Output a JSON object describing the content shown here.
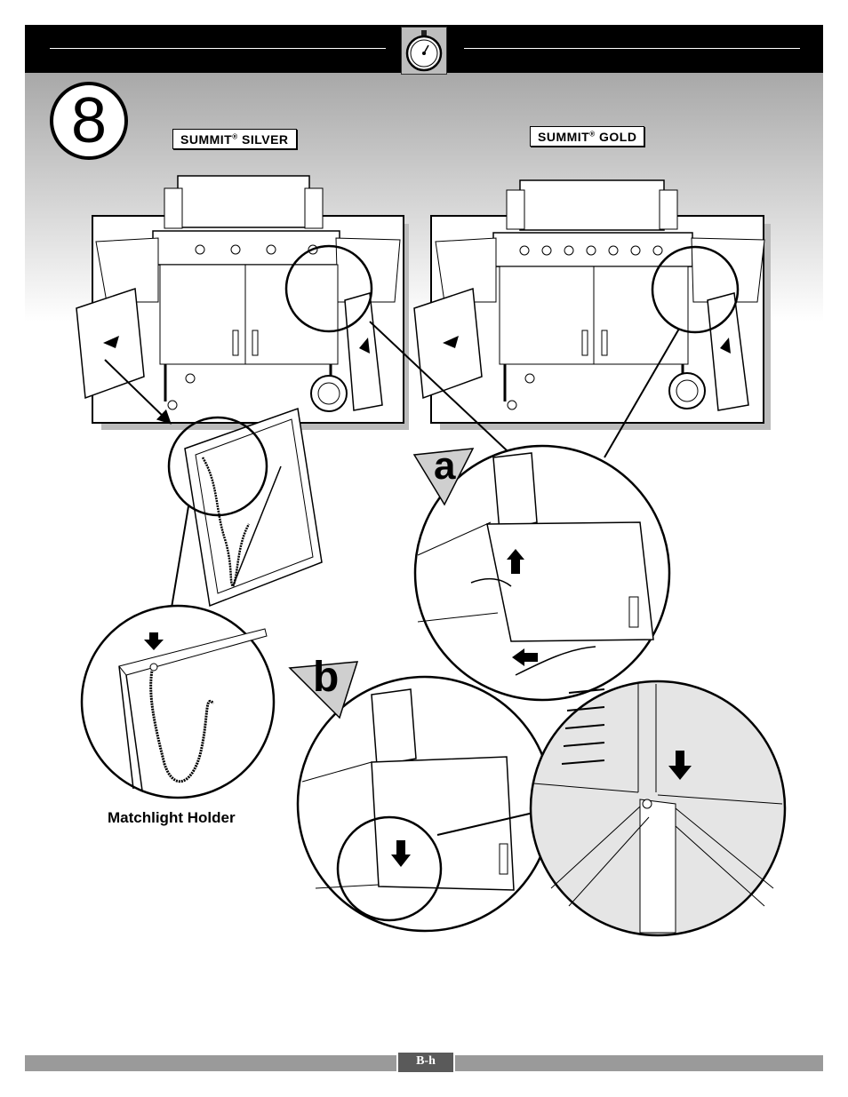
{
  "header": {
    "timer_icon": "stopwatch-icon"
  },
  "step": {
    "number": "8"
  },
  "models": {
    "left": {
      "name": "SUMMIT",
      "reg": "®",
      "variant": "SILVER"
    },
    "right": {
      "name": "SUMMIT",
      "reg": "®",
      "variant": "GOLD"
    }
  },
  "callouts": {
    "a": "a",
    "b": "b"
  },
  "caption": "Matchlight Holder",
  "footer": {
    "page": "B-h"
  }
}
